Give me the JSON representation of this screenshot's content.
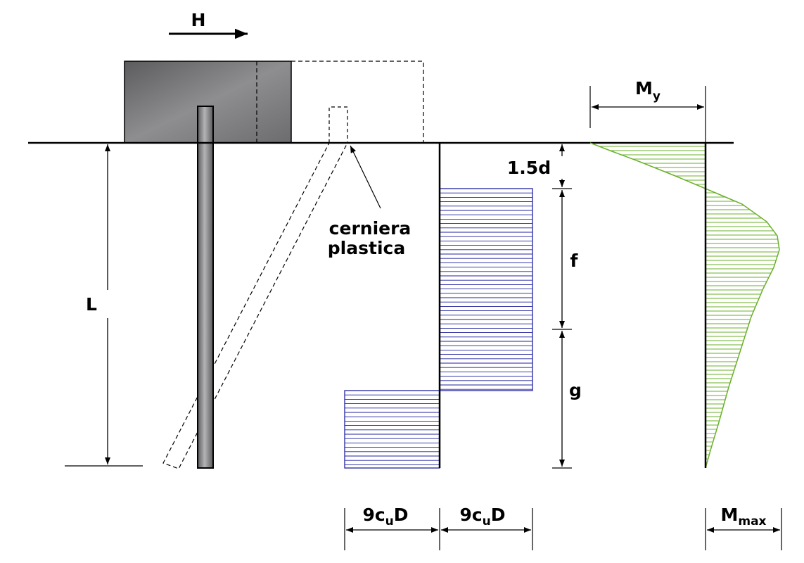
{
  "labels": {
    "force": "H",
    "length": "L",
    "hinge_line1": "cerniera",
    "hinge_line2": "plastica",
    "depth_top": "1.5d",
    "depth_f": "f",
    "depth_g": "g",
    "moment_yield_main": "M",
    "moment_yield_sub": "y",
    "moment_max_main": "M",
    "moment_max_sub": "max",
    "resist_left_pre": "9c",
    "resist_left_sub": "u",
    "resist_left_post": "D",
    "resist_right_pre": "9c",
    "resist_right_sub": "u",
    "resist_right_post": "D"
  },
  "colors": {
    "pile_cap": "#7a7a7c",
    "soil_pressure": "#2020a0",
    "moment_diagram": "#6ab02a",
    "line": "#000000"
  }
}
